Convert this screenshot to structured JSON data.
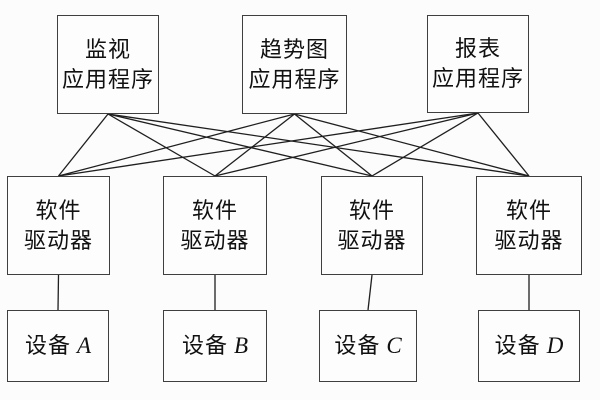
{
  "colors": {
    "background": "#fcfcfc",
    "box_border": "#3f3f3f",
    "connector_line": "#1f1f1f",
    "text": "#111111"
  },
  "nodes": {
    "top": [
      {
        "line1": "监视",
        "line2": "应用程序"
      },
      {
        "line1": "趋势图",
        "line2": "应用程序"
      },
      {
        "line1": "报表",
        "line2": "应用程序"
      }
    ],
    "middle": [
      {
        "line1": "软件",
        "line2": "驱动器"
      },
      {
        "line1": "软件",
        "line2": "驱动器"
      },
      {
        "line1": "软件",
        "line2": "驱动器"
      },
      {
        "line1": "软件",
        "line2": "驱动器"
      }
    ],
    "bottom": [
      {
        "label_cn": "设备",
        "letter": "A"
      },
      {
        "label_cn": "设备",
        "letter": "B"
      },
      {
        "label_cn": "设备",
        "letter": "C"
      },
      {
        "label_cn": "设备",
        "letter": "D"
      }
    ]
  },
  "connections": {
    "top_to_middle": "full-mesh",
    "middle_to_bottom": "one-to-one"
  }
}
